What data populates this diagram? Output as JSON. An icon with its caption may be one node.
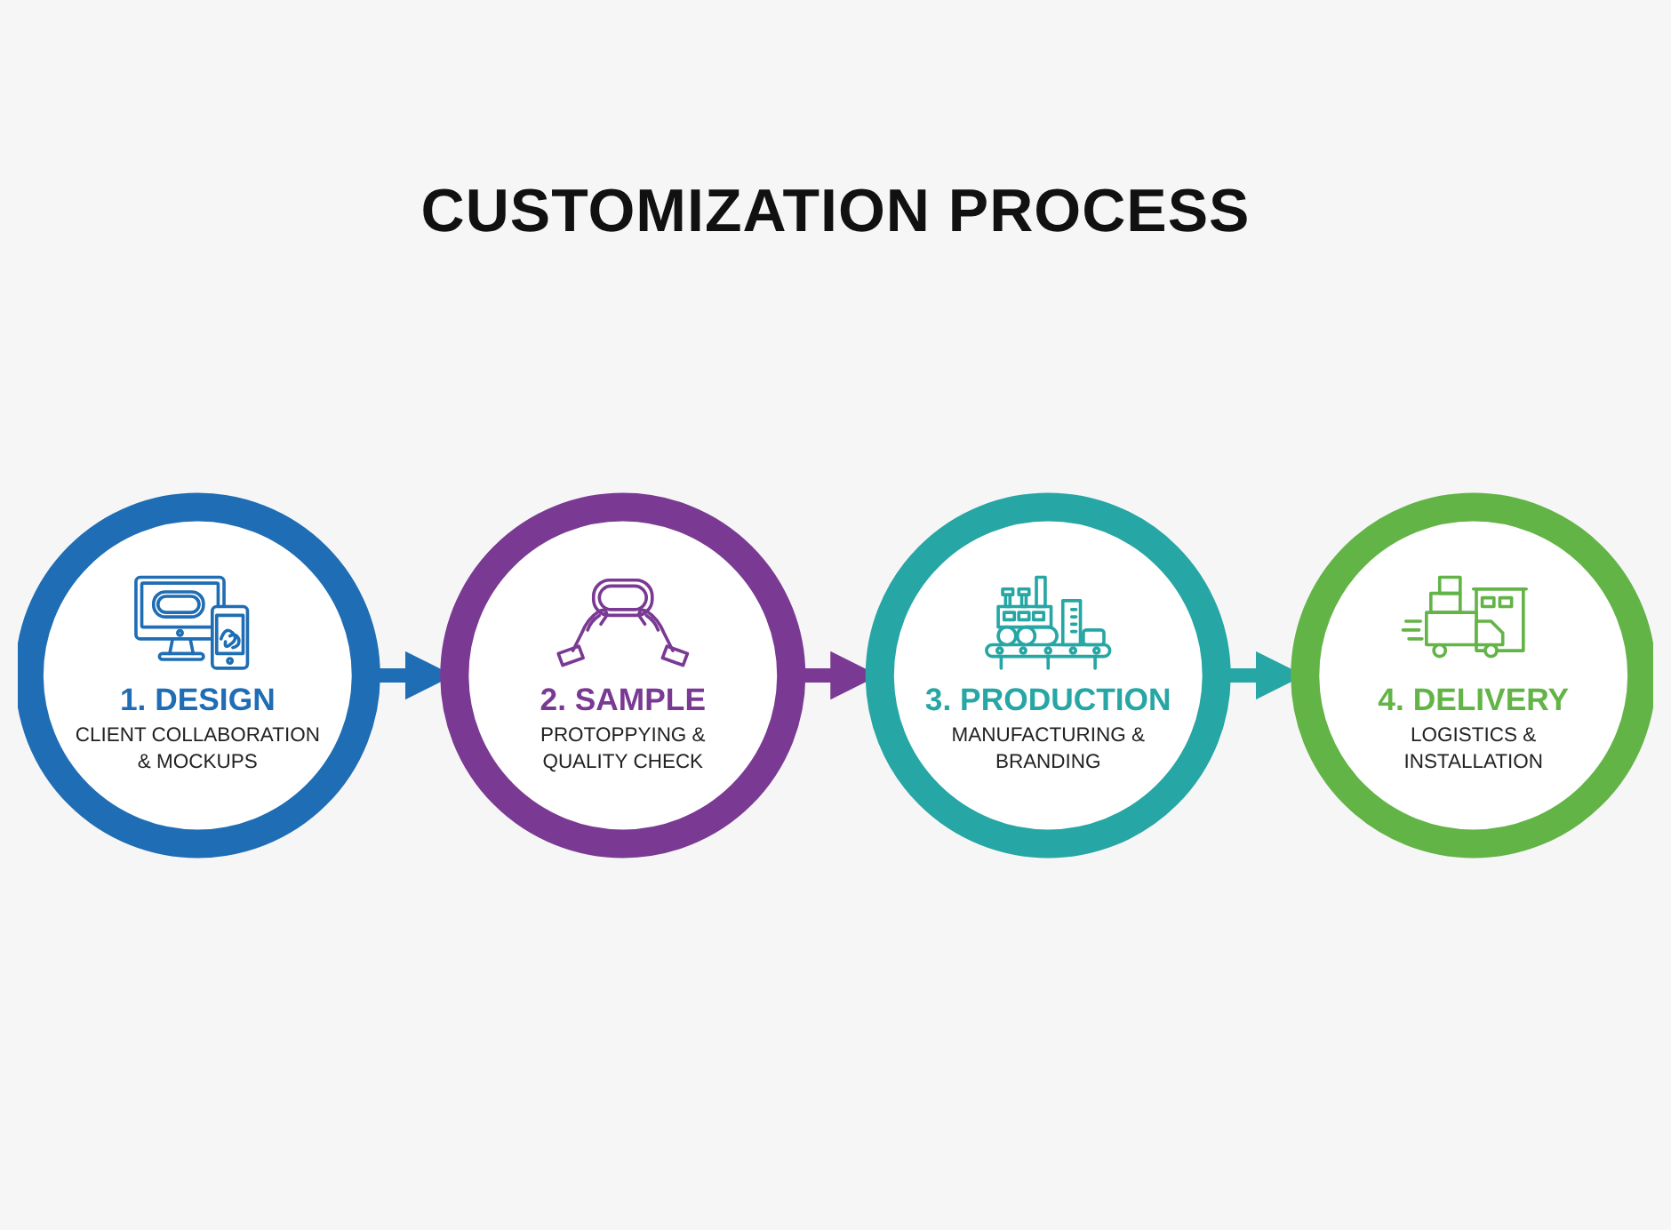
{
  "diagram": {
    "title": "CUSTOMIZATION PROCESS",
    "nodes": [
      {
        "text": [
          "1. DESIGN",
          "CLIENT COLLABORATION & MOCKUPS"
        ]
      },
      {
        "text": [
          "2. SAMPLE",
          "PROTOPPYING & QUALITY CHECK"
        ]
      },
      {
        "text": [
          "3. PRODUCTION",
          "MANUFACTURING & BRANDING"
        ]
      },
      {
        "text": [
          "4. DELIVERY",
          "LOGISTICS & INSTALLATION"
        ]
      }
    ],
    "edges": [
      {
        "from": 0,
        "to": 1,
        "arrow": "to",
        "color": "#1f6db4"
      },
      {
        "from": 1,
        "to": 2,
        "arrow": "to",
        "color": "#7a3a93"
      },
      {
        "from": 2,
        "to": 3,
        "arrow": "to",
        "color": "#26a6a4"
      }
    ]
  }
}
